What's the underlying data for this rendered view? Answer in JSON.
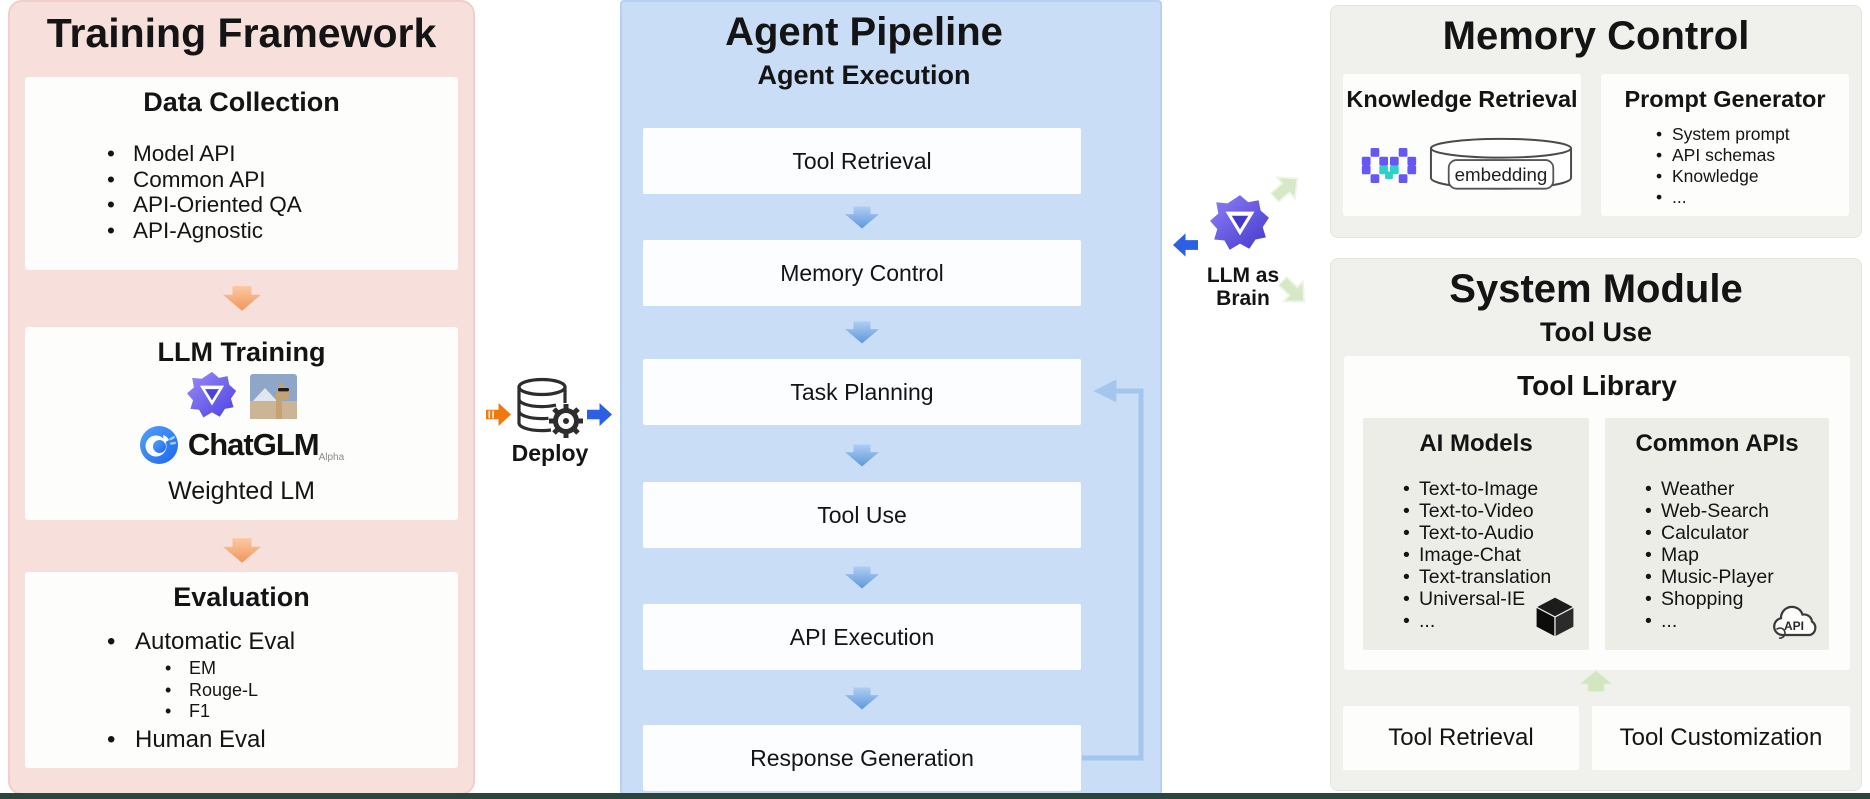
{
  "training_framework": {
    "title": "Training Framework",
    "data_collection": {
      "heading": "Data Collection",
      "items": [
        "Model API",
        "Common API",
        "API-Oriented QA",
        "API-Agnostic"
      ]
    },
    "llm_training": {
      "heading": "LLM Training",
      "chatglm_text": "ChatGLM",
      "chatglm_sub": "Alpha",
      "caption": "Weighted LM"
    },
    "evaluation": {
      "heading": "Evaluation",
      "item1": "Automatic Eval",
      "sub_items": [
        "EM",
        "Rouge-L",
        "F1"
      ],
      "item2": "Human Eval"
    }
  },
  "deploy": {
    "label": "Deploy"
  },
  "agent_pipeline": {
    "title": "Agent Pipeline",
    "subtitle": "Agent Execution",
    "steps": [
      "Tool Retrieval",
      "Memory Control",
      "Task Planning",
      "Tool Use",
      "API Execution",
      "Response Generation"
    ]
  },
  "llm_as_brain": {
    "line1": "LLM as",
    "line2": "Brain"
  },
  "memory_control": {
    "title": "Memory Control",
    "knowledge_retrieval": {
      "heading": "Knowledge Retrieval",
      "db_label": "embedding"
    },
    "prompt_generator": {
      "heading": "Prompt Generator",
      "items": [
        "System prompt",
        "API schemas",
        "Knowledge",
        "..."
      ]
    }
  },
  "system_module": {
    "title": "System Module",
    "subtitle": "Tool Use",
    "tool_library": {
      "heading": "Tool Library",
      "ai_models": {
        "heading": "AI Models",
        "items": [
          "Text-to-Image",
          "Text-to-Video",
          "Text-to-Audio",
          "Image-Chat",
          "Text-translation",
          "Universal-IE",
          "..."
        ]
      },
      "common_apis": {
        "heading": "Common APIs",
        "items": [
          "Weather",
          "Web-Search",
          "Calculator",
          "Map",
          "Music-Player",
          "Shopping",
          "..."
        ],
        "cloud_label": "API"
      }
    },
    "bottom_boxes": [
      "Tool Retrieval",
      "Tool Customization"
    ]
  },
  "icons": {
    "qwen-logo-icon": "purple hexagonal gear with triangle",
    "llama-photo-icon": "llama thumbnail",
    "chatglm-logo-icon": "blue circle logo",
    "database-gear-icon": "database with gear (deploy)",
    "modelscope-logo-icon": "pixel braces logo",
    "embedding-db-icon": "cylinder database",
    "cube-icon": "black 3d cube",
    "api-cloud-icon": "cloud with API label"
  },
  "colors": {
    "panel_pink": "#f7e0dc",
    "panel_blue": "#c9def6",
    "panel_gray": "#f0f1ec",
    "arrow_orange_soft": "#f3a36e",
    "arrow_orange_vivid": "#f0790f",
    "arrow_blue_vivid": "#2b60e4",
    "arrow_blue_soft": "#6fa3e2",
    "arrow_green_pale": "#d6e8c6",
    "qwen_purple": "#4b41e0",
    "bottom_strip": "#2b463c"
  }
}
